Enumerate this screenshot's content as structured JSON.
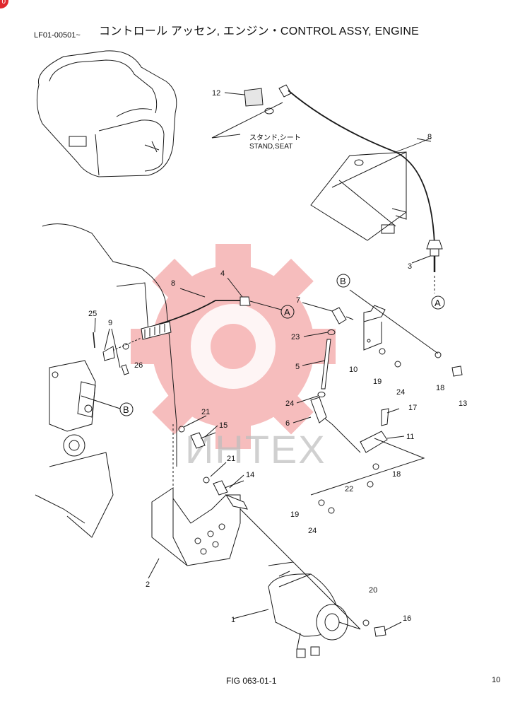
{
  "header": {
    "title": "コントロール アッセン, エンジン・CONTROL ASSY, ENGINE",
    "serial": "LF01-00501~"
  },
  "corner_badge": "0",
  "stand_label": {
    "ja": "スタンド,シート",
    "en": "STAND,SEAT"
  },
  "part_numbers": [
    "1",
    "2",
    "3",
    "4",
    "5",
    "6",
    "7",
    "8",
    "8",
    "9",
    "10",
    "11",
    "12",
    "13",
    "14",
    "15",
    "16",
    "17",
    "18",
    "18",
    "19",
    "19",
    "20",
    "21",
    "21",
    "22",
    "23",
    "24",
    "24",
    "24",
    "25",
    "26"
  ],
  "callouts": [
    "A",
    "A",
    "B",
    "B"
  ],
  "watermark": "ИНТЕХ",
  "footer": {
    "figure": "FIG 063-01-1",
    "page": "10"
  },
  "colors": {
    "line": "#1a1a1a",
    "watermark": "#f4a8a8",
    "badge": "#e0282e"
  }
}
